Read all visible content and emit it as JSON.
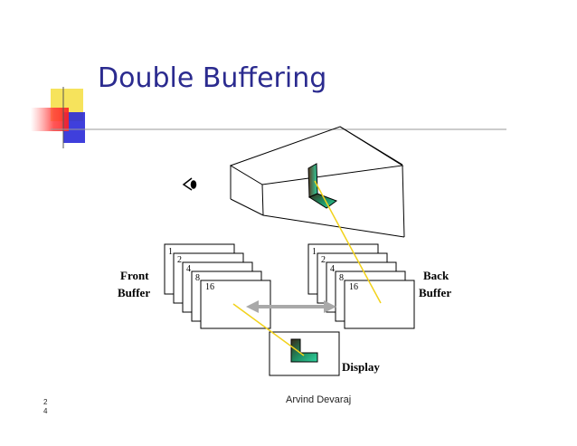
{
  "slide": {
    "title": "Double Buffering",
    "footer": "Arvind Devaraj",
    "slide_number": "24"
  },
  "diagram": {
    "front_label_1": "Front",
    "front_label_2": "Buffer",
    "back_label_1": "Back",
    "back_label_2": "Buffer",
    "display_label": "Display",
    "front_stack_labels": [
      "1",
      "2",
      "4",
      "8",
      "16"
    ],
    "back_stack_labels": [
      "1",
      "2",
      "4",
      "8",
      "16"
    ],
    "colors": {
      "title": "#2b2b8f",
      "arrow": "#a9a9a9",
      "ray": "#f2d21b",
      "shape_gradient_start": "#3a2b1a",
      "shape_gradient_end": "#2fd3a0"
    }
  }
}
